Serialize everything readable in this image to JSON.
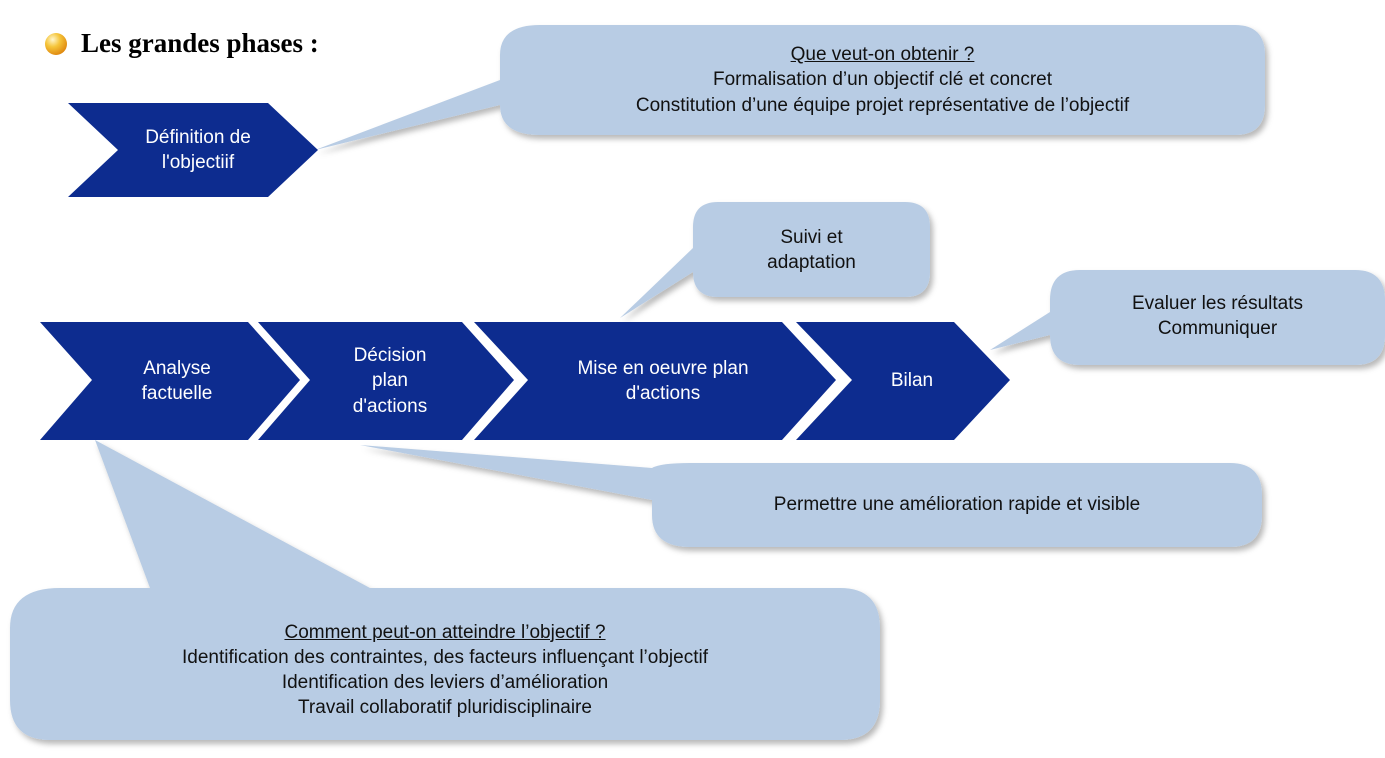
{
  "heading": {
    "text": "Les grandes phases :"
  },
  "phases": {
    "definition": {
      "line1": "Définition de",
      "line2": "l'objectiif"
    },
    "analyse": {
      "line1": "Analyse",
      "line2": "factuelle"
    },
    "decision": {
      "line1": "Décision",
      "line2": "plan",
      "line3": "d'actions"
    },
    "mise_en_oeuvre": {
      "line1": "Mise en oeuvre plan",
      "line2": "d'actions"
    },
    "bilan": {
      "line1": "Bilan"
    }
  },
  "callouts": {
    "objectif": {
      "title": "Que veut-on obtenir ?",
      "line1": "Formalisation d’un objectif clé et concret",
      "line2": "Constitution d’une équipe projet représentative de l’objectif"
    },
    "suivi": {
      "line1": "Suivi et",
      "line2": "adaptation"
    },
    "evaluer": {
      "line1": "Evaluer les résultats",
      "line2": "Communiquer"
    },
    "amelioration": {
      "line1": "Permettre une amélioration rapide et visible"
    },
    "comment": {
      "title": "Comment peut-on atteindre l’objectif ?",
      "line1": "Identification des contraintes, des facteurs influençant l’objectif",
      "line2": "Identification des leviers d’amélioration",
      "line3": "Travail collaboratif pluridisciplinaire"
    }
  },
  "colors": {
    "chevron": "#0d2c8f",
    "bubble": "#b8cce4"
  }
}
